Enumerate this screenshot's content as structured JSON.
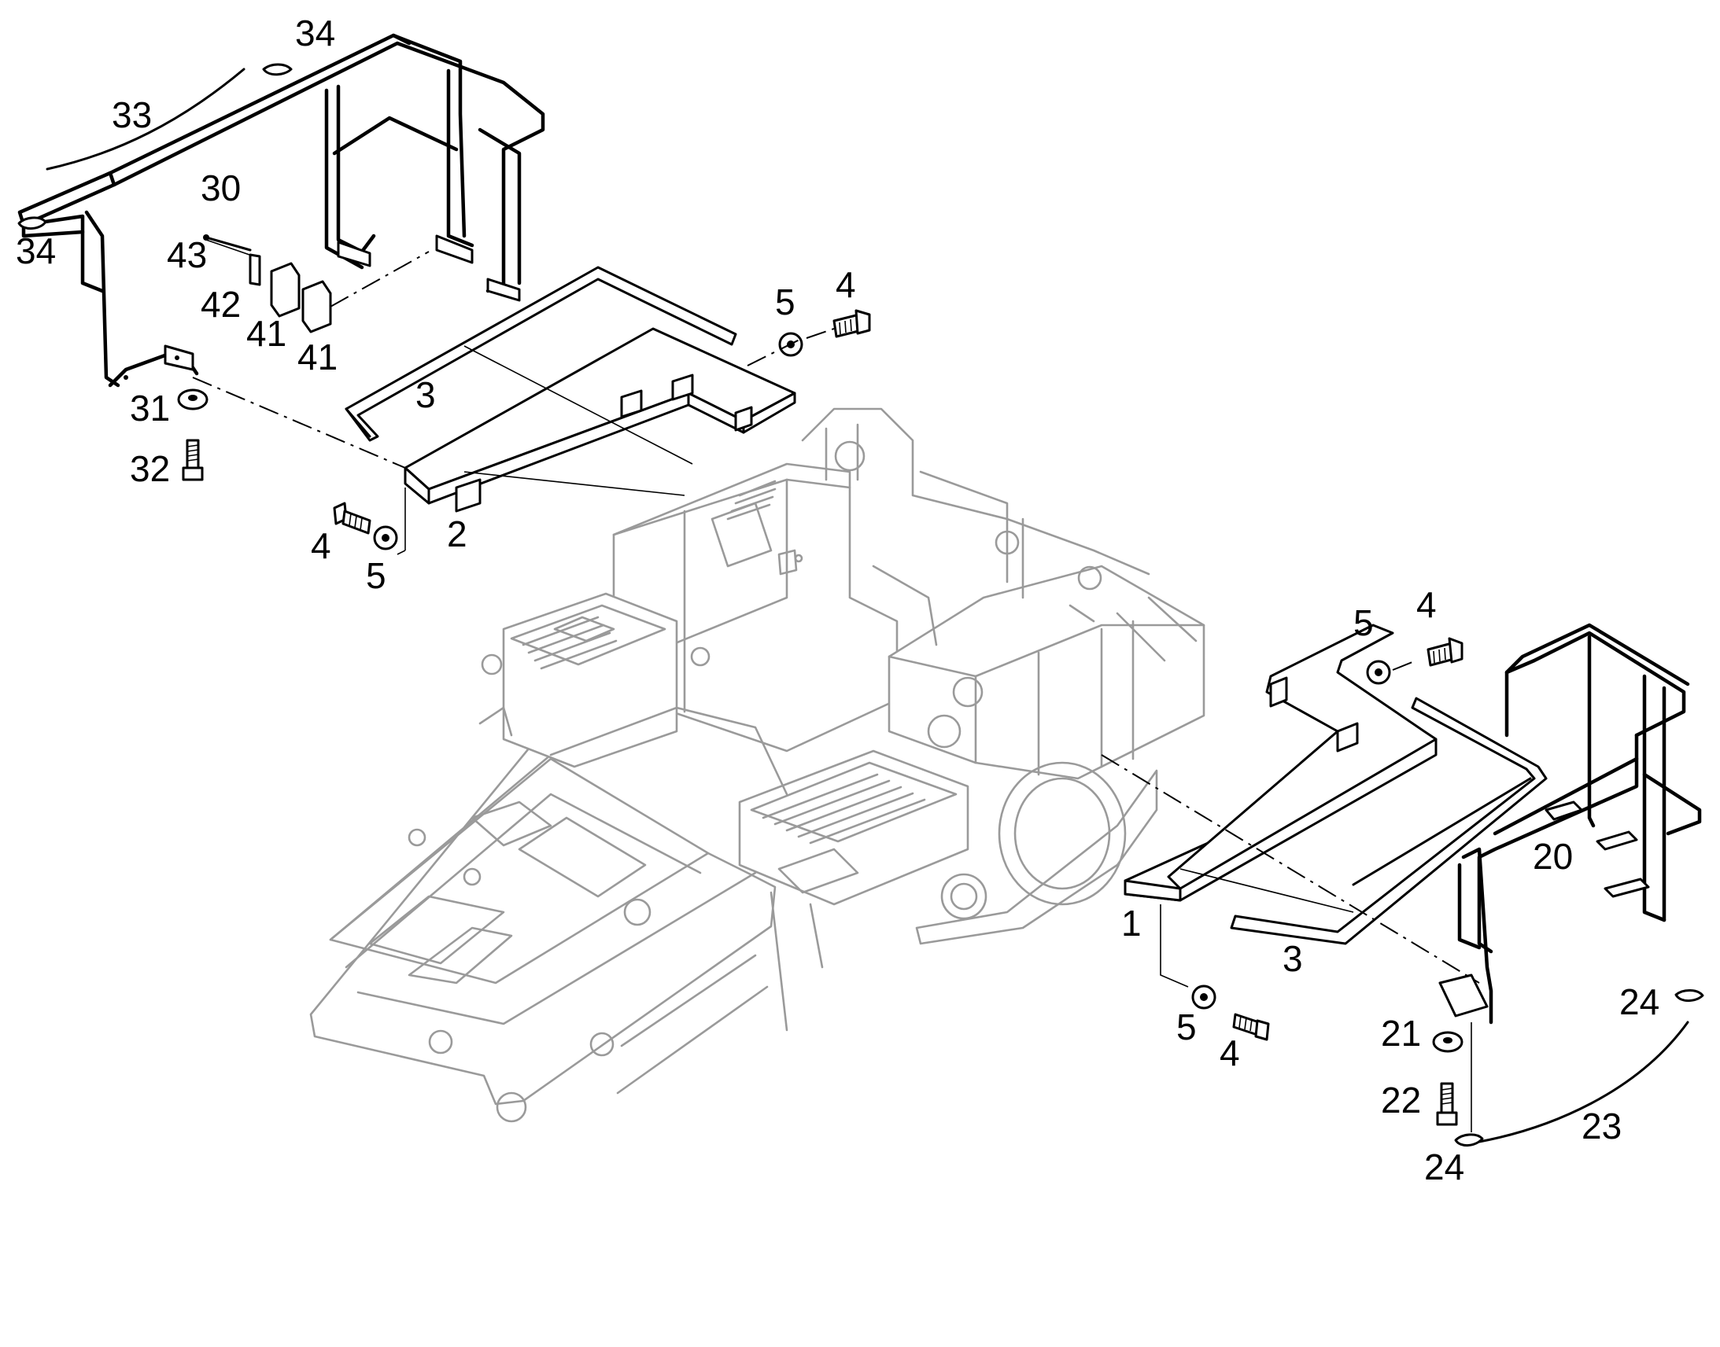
{
  "callouts": {
    "c1": "1",
    "c2": "2",
    "c3_top": "3",
    "c3_bottom": "3",
    "c4_top_right": "4",
    "c4_top_left": "4",
    "c4_right_top": "4",
    "c4_right_bottom": "4",
    "c5_top_right": "5",
    "c5_top_left": "5",
    "c5_right_top": "5",
    "c5_right_bottom": "5",
    "c20": "20",
    "c21": "21",
    "c22": "22",
    "c23": "23",
    "c24_upper": "24",
    "c24_lower": "24",
    "c30": "30",
    "c31": "31",
    "c32": "32",
    "c33": "33",
    "c34_top": "34",
    "c34_left": "34",
    "c41_a": "41",
    "c41_b": "41",
    "c42": "42",
    "c43": "43"
  },
  "colors": {
    "linework": "#000000",
    "frame_linework": "#9a9a9a",
    "background": "#ffffff"
  }
}
